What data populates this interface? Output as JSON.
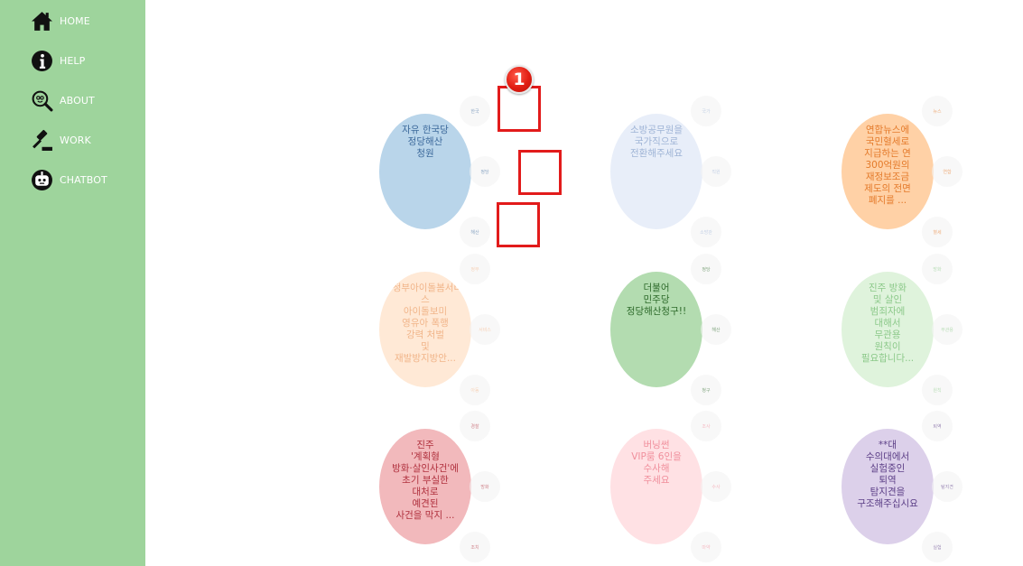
{
  "nav": [
    {
      "label": "HOME",
      "icon": "home-icon"
    },
    {
      "label": "HELP",
      "icon": "info-icon"
    },
    {
      "label": "ABOUT",
      "icon": "magnifier-icon"
    },
    {
      "label": "WORK",
      "icon": "gavel-icon"
    },
    {
      "label": "CHATBOT",
      "icon": "chatbot-icon"
    }
  ],
  "petitions": [
    {
      "text": "자유 한국당\n정당해산\n청원",
      "color": "#b9d5ea",
      "text_color": "#3d6a9c",
      "keywords": [
        "한국",
        "정당",
        "해산"
      ]
    },
    {
      "text": "소방공무원을\n국가직으로\n전환해주세요",
      "color": "#e8eef9",
      "text_color": "#9fb4d6",
      "keywords": [
        "국가",
        "직원",
        "소방관"
      ]
    },
    {
      "text": "연합뉴스에\n국민혈세로\n지급하는 연\n300억원의\n재정보조금\n제도의 전면\n폐지를 ...",
      "color": "#ffd1a6",
      "text_color": "#e47a2a",
      "keywords": [
        "뉴스",
        "연합",
        "혈세"
      ]
    },
    {
      "text": "\"정부아이돌봄서비스\n아이돌보미\n영유아 폭행\n강력 처벌\n및\n재발방지방안...",
      "color": "#ffe9d6",
      "text_color": "#f1b58a",
      "keywords": [
        "정부",
        "서비스",
        "아동"
      ]
    },
    {
      "text": "더불어\n민주당\n정당해산청구!!",
      "color": "#b3dcb0",
      "text_color": "#2e6b2b",
      "keywords": [
        "정당",
        "해산",
        "청구"
      ]
    },
    {
      "text": "진주 방화\n및 살인\n범죄자에\n대해서\n무관용\n원칙이\n필요합니다...",
      "color": "#dff3dc",
      "text_color": "#8cc98a",
      "keywords": [
        "방화",
        "무관용",
        "원칙"
      ]
    },
    {
      "text": "진주\n'계획형\n방화·살인사건'에\n초기 부실한\n대처로\n예견된\n사건을 막지 ...",
      "color": "#f2b9bc",
      "text_color": "#b0313e",
      "keywords": [
        "경찰",
        "방화",
        "조치"
      ]
    },
    {
      "text": "버닝썬\nVIP룸 6인을\n수사해\n주세요",
      "color": "#ffe1e4",
      "text_color": "#f08f9c",
      "keywords": [
        "조사",
        "수사",
        "마약"
      ]
    },
    {
      "text": "**대\n수의대에서\n실험중인\n퇴역\n탐지견을\n구조해주십시요",
      "color": "#dcd0ea",
      "text_color": "#5b3e86",
      "keywords": [
        "퇴역",
        "탐지견",
        "실험"
      ]
    }
  ],
  "highlight": {
    "step": "1"
  }
}
